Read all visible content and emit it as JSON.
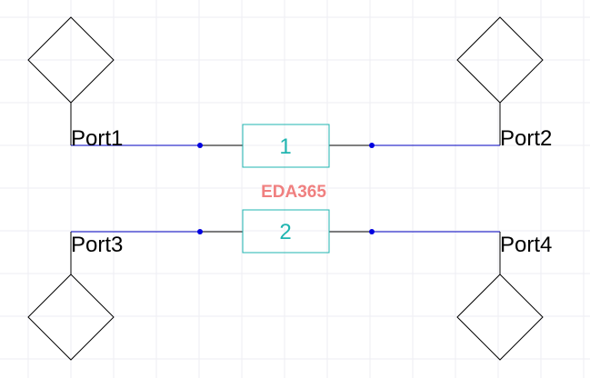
{
  "ports": [
    {
      "label": "Port1"
    },
    {
      "label": "Port2"
    },
    {
      "label": "Port3"
    },
    {
      "label": "Port4"
    }
  ],
  "components": [
    {
      "label": "1"
    },
    {
      "label": "2"
    }
  ],
  "watermark": "EDA365",
  "colors": {
    "wire": "#0000c0",
    "component": "#1fb5b0",
    "watermark": "#f08080",
    "grid": "#ececf2"
  }
}
